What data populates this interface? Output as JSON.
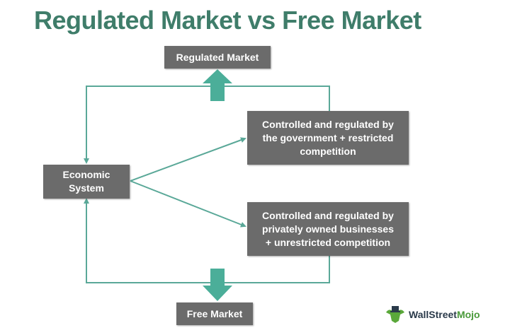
{
  "title": "Regulated Market vs Free Market",
  "nodes": {
    "regulated_market": "Regulated Market",
    "economic_system_line1": "Economic",
    "economic_system_line2": "System",
    "government_line1": "Controlled and regulated by",
    "government_line2": "the government + restricted",
    "government_line3": "competition",
    "private_line1": "Controlled and regulated by",
    "private_line2": "privately owned businesses",
    "private_line3": "+ unrestricted competition",
    "free_market": "Free Market"
  },
  "logo": {
    "wall_street": "WallStreet",
    "mojo": "Mojo"
  },
  "colors": {
    "title": "#3f7d6a",
    "box": "#6b6b6b",
    "connector": "#5aa898",
    "block_arrow": "#4bae99"
  }
}
